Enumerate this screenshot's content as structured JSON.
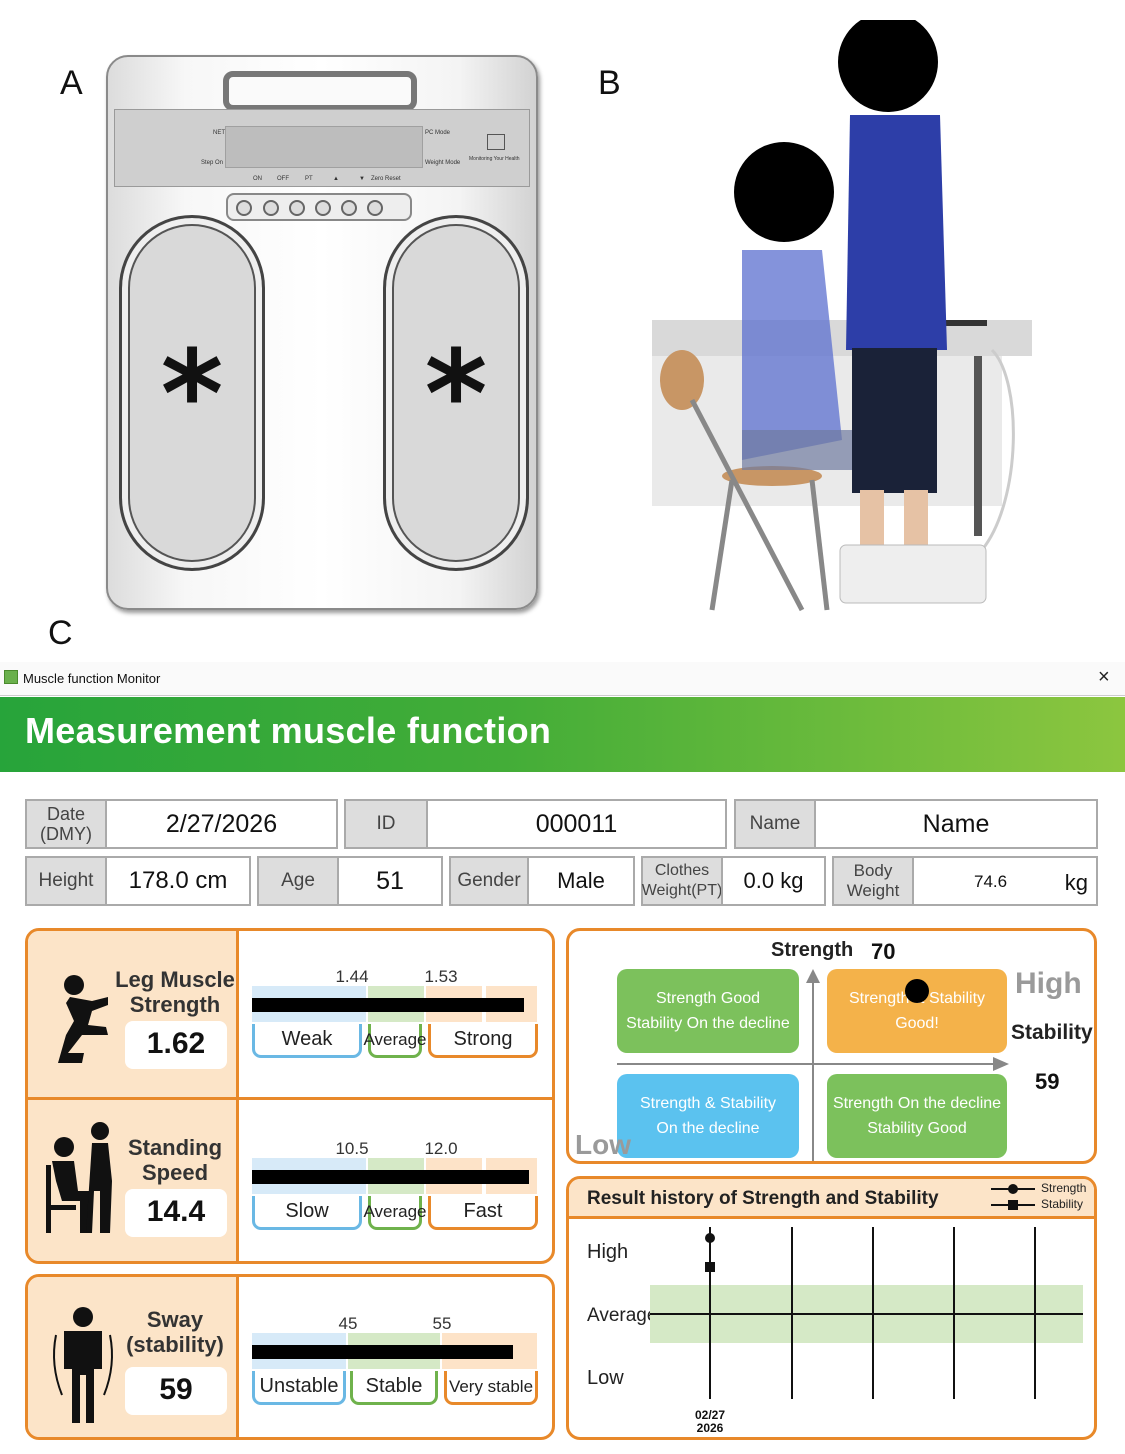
{
  "panels": {
    "a": "A",
    "b": "B",
    "c": "C"
  },
  "device": {
    "labels": {
      "net": "NET",
      "step_on": "Step On",
      "pc_mode": "PC Mode",
      "weight_mode": "Weight Mode",
      "brand": "Monitoring Your Health",
      "on": "ON",
      "off": "OFF",
      "pt": "PT",
      "up": "▲",
      "down": "▼",
      "zero_reset": "Zero Reset"
    },
    "pad_marker": "*"
  },
  "window": {
    "title": "Muscle function Monitor",
    "close": "×"
  },
  "header": {
    "title": "Measurement muscle function"
  },
  "info": {
    "date": {
      "label": "Date\n(DMY)",
      "value": "2/27/2026"
    },
    "id": {
      "label": "ID",
      "value": "000011"
    },
    "name": {
      "label": "Name",
      "value": "Name"
    },
    "height": {
      "label": "Height",
      "value": "178.0 cm"
    },
    "age": {
      "label": "Age",
      "value": "51"
    },
    "gender": {
      "label": "Gender",
      "value": "Male"
    },
    "clothes": {
      "label": "Clothes\nWeight(PT)",
      "value": "0.0 kg"
    },
    "body_weight": {
      "label": "Body\nWeight",
      "value": "74.6",
      "unit": "kg"
    }
  },
  "measures": {
    "leg": {
      "name": "Leg Muscle\nStrength",
      "value": "1.62",
      "value_num": 1.62,
      "axis_max": 1.71,
      "thresholds": [
        "1.44",
        "1.53"
      ],
      "categories": [
        "Weak",
        "Average",
        "Strong"
      ]
    },
    "speed": {
      "name": "Standing\nSpeed",
      "value": "14.4",
      "value_num": 14.4,
      "axis_max": 14.9,
      "thresholds": [
        "10.5",
        "12.0"
      ],
      "categories": [
        "Slow",
        "Average",
        "Fast"
      ]
    },
    "sway": {
      "name": "Sway\n(stability)",
      "value": "59",
      "value_num": 59,
      "axis_max": 65,
      "thresholds": [
        "45",
        "55"
      ],
      "categories": [
        "Unstable",
        "Stable",
        "Very stable"
      ]
    }
  },
  "matrix": {
    "strength_label": "Strength",
    "strength_value": "70",
    "stability_label": "Stability",
    "stability_value": "59",
    "high": "High",
    "low": "Low",
    "quadrants": {
      "tl": "Strength Good\nStability On the decline",
      "tr": "Strength & Stability\nGood!",
      "bl": "Strength & Stability\nOn the decline",
      "br": "Strength On the decline\nStability Good"
    }
  },
  "history": {
    "title": "Result history of Strength and Stability",
    "legend": {
      "strength": "Strength",
      "stability": "Stability"
    },
    "levels": {
      "high": "High",
      "average": "Average",
      "low": "Low"
    },
    "dates": [
      "02/27\n2026"
    ]
  },
  "colors": {
    "accent": "#e8892a",
    "weak_zone": "#d7eaf8",
    "avg_zone": "#d5e9c6",
    "strong_zone": "#fde3c8",
    "blue_quad": "#5bc2ef",
    "green_quad": "#7cc15c",
    "orange_quad": "#f4b24a"
  }
}
